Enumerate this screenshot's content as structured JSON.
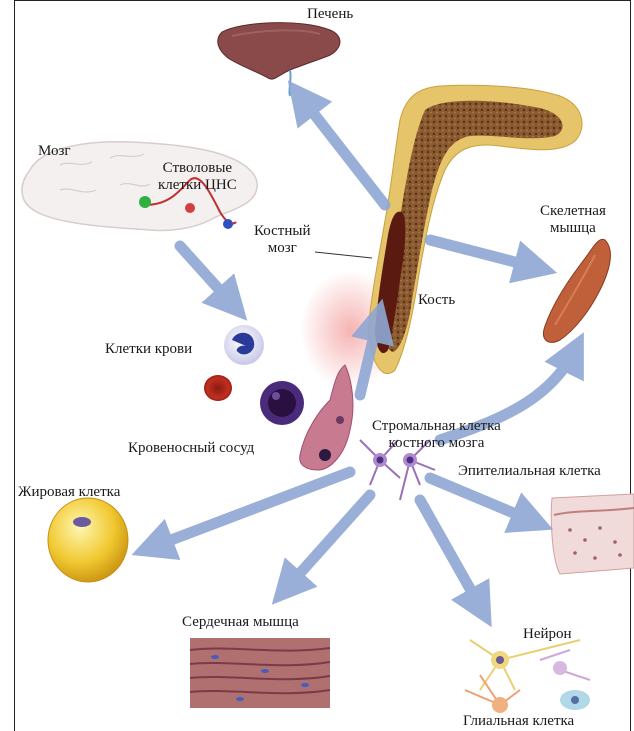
{
  "labels": {
    "liver": "Печень",
    "brain": "Мозг",
    "cns_stem_cells": [
      "Стволовые",
      "клетки ЦНС"
    ],
    "bone_marrow": [
      "Костный",
      "мозг"
    ],
    "skeletal_muscle": [
      "Скелетная",
      "мышца"
    ],
    "bone": "Кость",
    "blood_cells": "Клетки крови",
    "blood_vessel": "Кровеносный сосуд",
    "stromal_cell": [
      "Стромальная клетка",
      "костного мозга"
    ],
    "fat_cell": "Жировая клетка",
    "epithelial_cell": "Эпителиальная клетка",
    "heart_muscle": "Сердечная мышца",
    "neuron": "Нейрон",
    "glial_cell": "Глиальная клетка"
  },
  "colors": {
    "arrow": "#8fa7d4",
    "bone": "#e6c56a",
    "marrow": "#5a1a10",
    "liver": "#8a4a4a",
    "muscle": "#c0603a",
    "fat": "#e8b820"
  }
}
